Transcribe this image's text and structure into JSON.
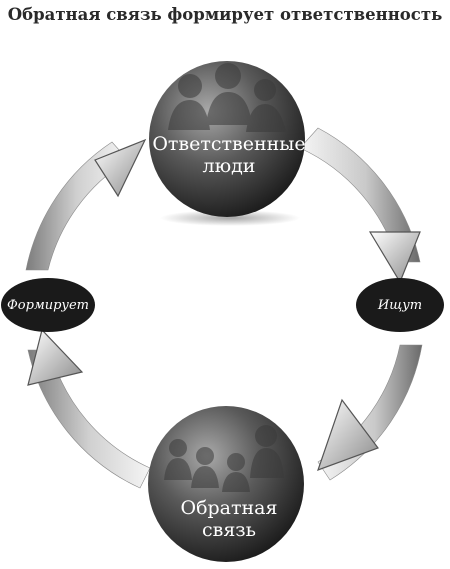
{
  "title": "Обратная связь формирует ответственность",
  "nodes": {
    "top": {
      "line1": "Ответственные",
      "line2": "люди"
    },
    "bottom": {
      "line1": "Обратная",
      "line2": "связь"
    }
  },
  "labels": {
    "left": "Формирует",
    "right": "Ищут"
  },
  "colors": {
    "sphere_dark": "#1f1f1f",
    "sphere_light": "#9a9a9a",
    "oval": "#1a1a1a",
    "arrow_light": "#f0f0f0",
    "arrow_dark": "#6e6e6e"
  }
}
